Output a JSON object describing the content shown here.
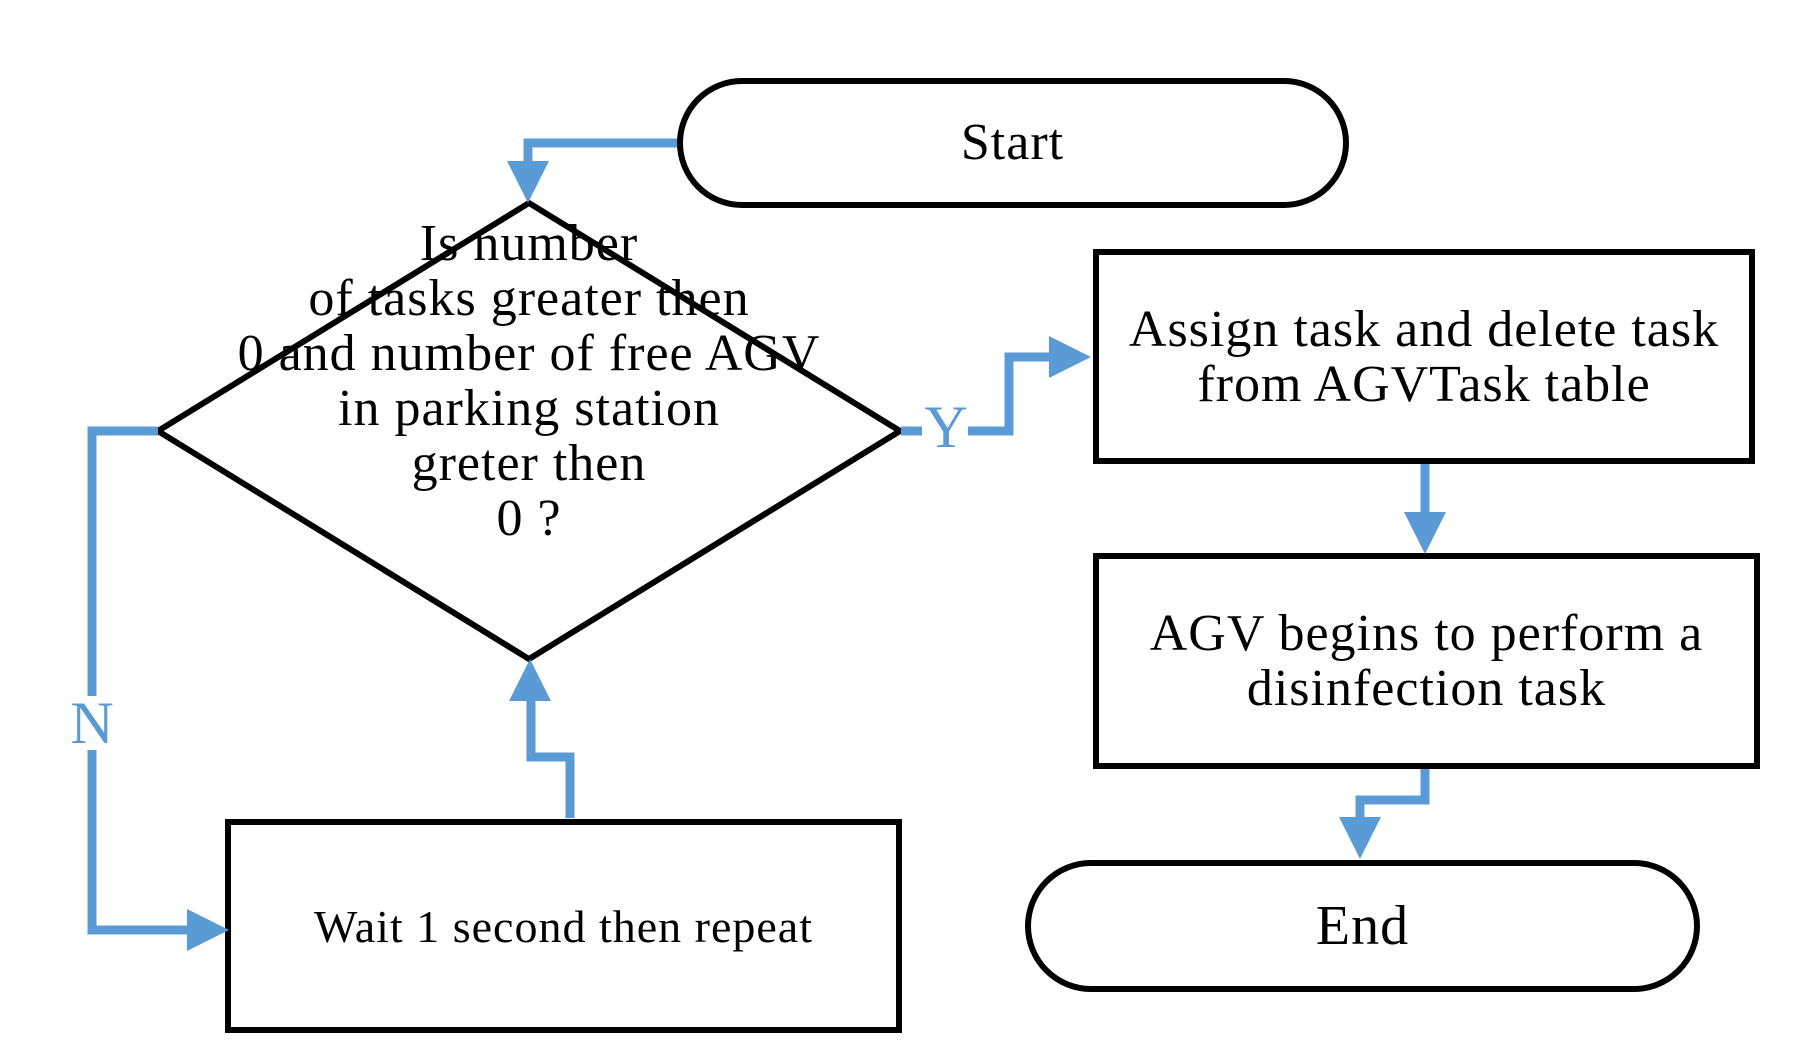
{
  "diagram": {
    "type": "flowchart",
    "nodes": {
      "start": {
        "shape": "terminator",
        "label": "Start"
      },
      "decision": {
        "shape": "decision",
        "label": "Is number\nof tasks greater then\n0 and number of free AGV\nin parking station\ngreter then\n0 ?"
      },
      "assign": {
        "shape": "process",
        "label": "Assign task and delete task\nfrom AGVTask table"
      },
      "perform": {
        "shape": "process",
        "label": "AGV begins to perform a\ndisinfection task"
      },
      "wait": {
        "shape": "process",
        "label": "Wait 1 second then repeat"
      },
      "end": {
        "shape": "terminator",
        "label": "End"
      }
    },
    "edges": {
      "yes_label": "Y",
      "no_label": "N"
    },
    "colors": {
      "connector": "#5B9BD5",
      "outline": "#000000",
      "fill": "#FFFFFF",
      "text": "#000000"
    }
  }
}
